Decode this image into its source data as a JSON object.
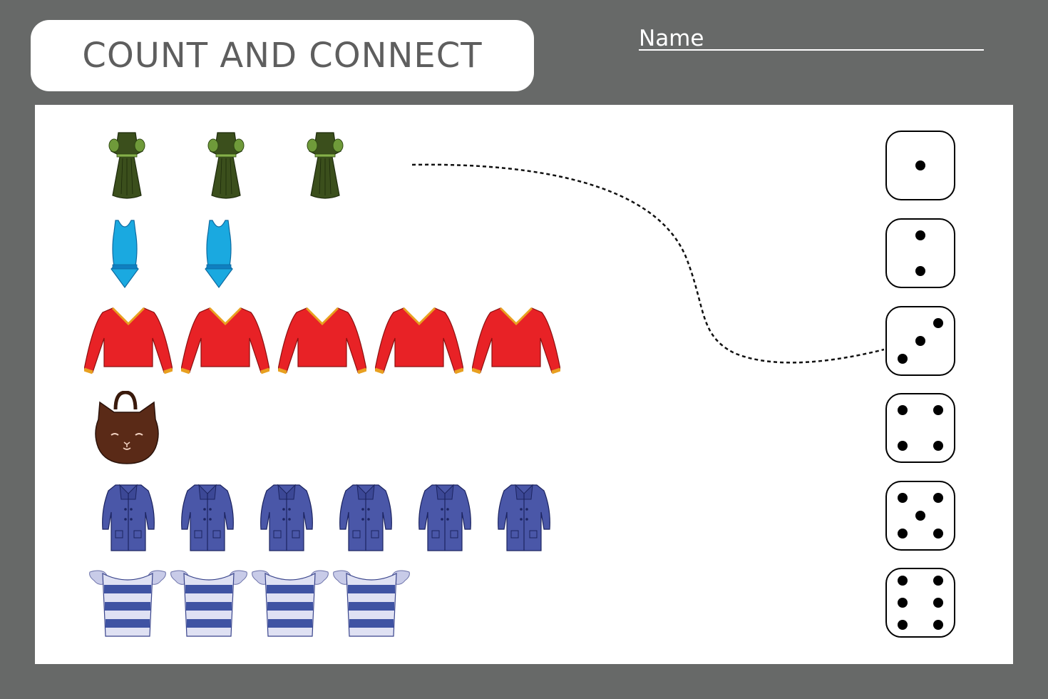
{
  "header": {
    "title": "COUNT AND CONNECT",
    "name_label": "Name"
  },
  "colors": {
    "background": "#676968",
    "sheet": "#ffffff",
    "dress": "#3b4f1c",
    "tank_top": "#1aa9e0",
    "sweater": "#e82226",
    "bag": "#5a2a17",
    "coat": "#4a57a8",
    "striped_top": "#3f53a3"
  },
  "rows": [
    {
      "item": "dress-icon",
      "count": 3
    },
    {
      "item": "tank-top-icon",
      "count": 2
    },
    {
      "item": "sweater-icon",
      "count": 5
    },
    {
      "item": "cat-bag-icon",
      "count": 1
    },
    {
      "item": "coat-icon",
      "count": 6
    },
    {
      "item": "striped-top-icon",
      "count": 4
    }
  ],
  "dice": [
    1,
    2,
    3,
    4,
    5,
    6
  ],
  "example_connection": {
    "from_row": 1,
    "to_die": 3
  }
}
